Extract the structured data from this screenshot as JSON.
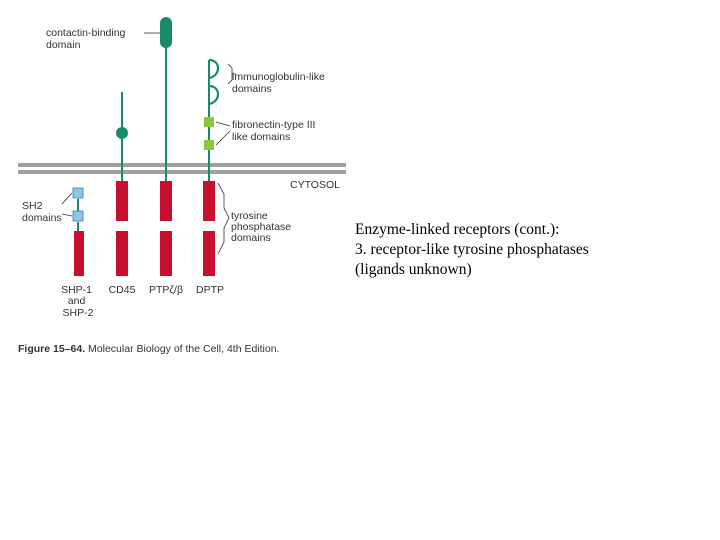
{
  "labels": {
    "contactin_binding": [
      "contactin-binding",
      "domain"
    ],
    "immunoglobulin": [
      "immunoglobulin-like",
      "domains"
    ],
    "fibronectin": [
      "fibronectin-type III",
      "like domains"
    ],
    "cytosol": "CYTOSOL",
    "sh2": [
      "SH2",
      "domains"
    ],
    "tyrosine_phosphatase": [
      "tyrosine",
      "phosphatase",
      "domains"
    ]
  },
  "receptors": [
    {
      "label_lines": [
        "SHP-1",
        "and",
        "SHP-2"
      ]
    },
    {
      "label_lines": [
        "CD45"
      ]
    },
    {
      "label_lines": [
        "PTPζ/β"
      ]
    },
    {
      "label_lines": [
        "DPTP"
      ]
    }
  ],
  "figure_credit": {
    "prefix": "Figure 15–64.",
    "text": " Molecular Biology of the Cell, 4th Edition."
  },
  "caption": {
    "lines": [
      "Enzyme-linked receptors (cont.):",
      "3. receptor-like tyrosine phosphatases",
      "(ligands unknown)"
    ]
  },
  "colors": {
    "teal": "#1a8a6a",
    "red": "#c8102e",
    "green": "#8cc63f",
    "blue": "#8ec5e8",
    "membrane": "#a0a0a0"
  }
}
